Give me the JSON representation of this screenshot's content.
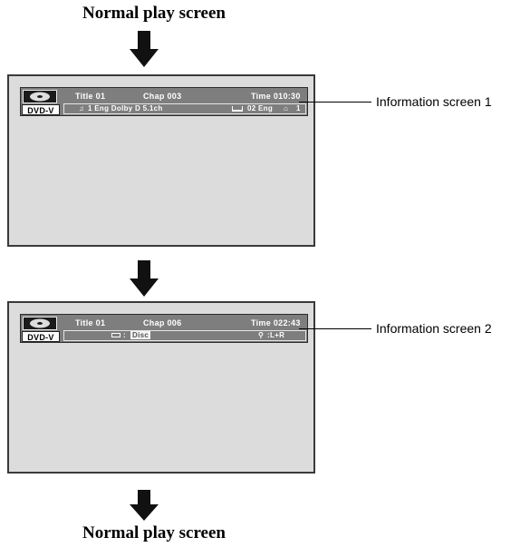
{
  "headings": {
    "top": "Normal play screen",
    "bottom": "Normal play screen"
  },
  "screen1": {
    "disc_type": "DVD-V",
    "title": "Title  01",
    "chapter": "Chap  003",
    "time": "Time  010:30",
    "audio": "1  Eng  Dolby D 5.1ch",
    "subtitle": "02  Eng",
    "angle": "1",
    "callout": "Information screen 1"
  },
  "screen2": {
    "disc_type": "DVD-V",
    "title": "Title  01",
    "chapter": "Chap  006",
    "time": "Time  022:43",
    "repeat_label": ": ",
    "repeat_value": "Disc",
    "audio_channel": ":L+R",
    "callout": "Information screen 2"
  }
}
